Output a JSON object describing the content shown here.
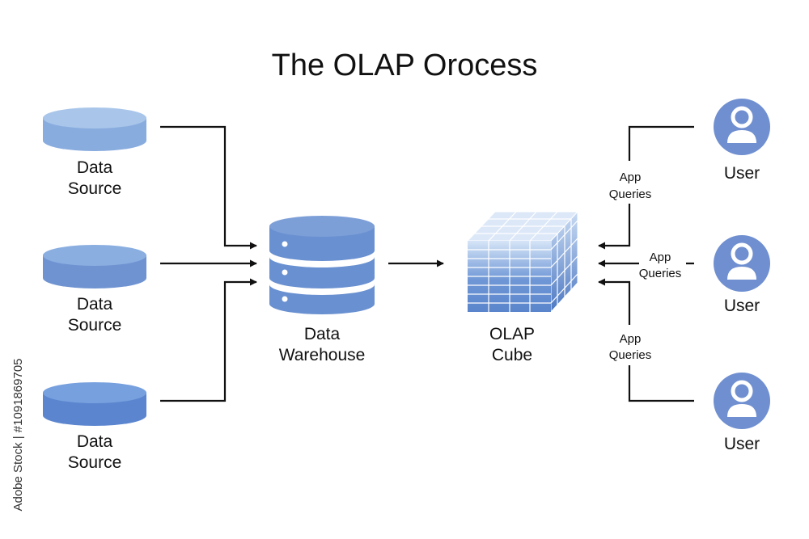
{
  "title": "The OLAP Orocess",
  "sources": [
    {
      "label_line1": "Data",
      "label_line2": "Source"
    },
    {
      "label_line1": "Data",
      "label_line2": "Source"
    },
    {
      "label_line1": "Data",
      "label_line2": "Source"
    }
  ],
  "warehouse": {
    "label_line1": "Data",
    "label_line2": "Warehouse"
  },
  "cube": {
    "label_line1": "OLAP",
    "label_line2": "Cube"
  },
  "users": [
    {
      "label": "User",
      "query_line1": "App",
      "query_line2": "Queries"
    },
    {
      "label": "User",
      "query_line1": "App",
      "query_line2": "Queries"
    },
    {
      "label": "User",
      "query_line1": "App",
      "query_line2": "Queries"
    }
  ],
  "watermark": "Adobe Stock | #1091869705",
  "colors": {
    "source_top": "#a7c4e8",
    "source_side": "#7ea5d9",
    "warehouse": "#6f93cf",
    "cube_dark": "#4f7bc6",
    "user_circle": "#6f8fd0"
  }
}
